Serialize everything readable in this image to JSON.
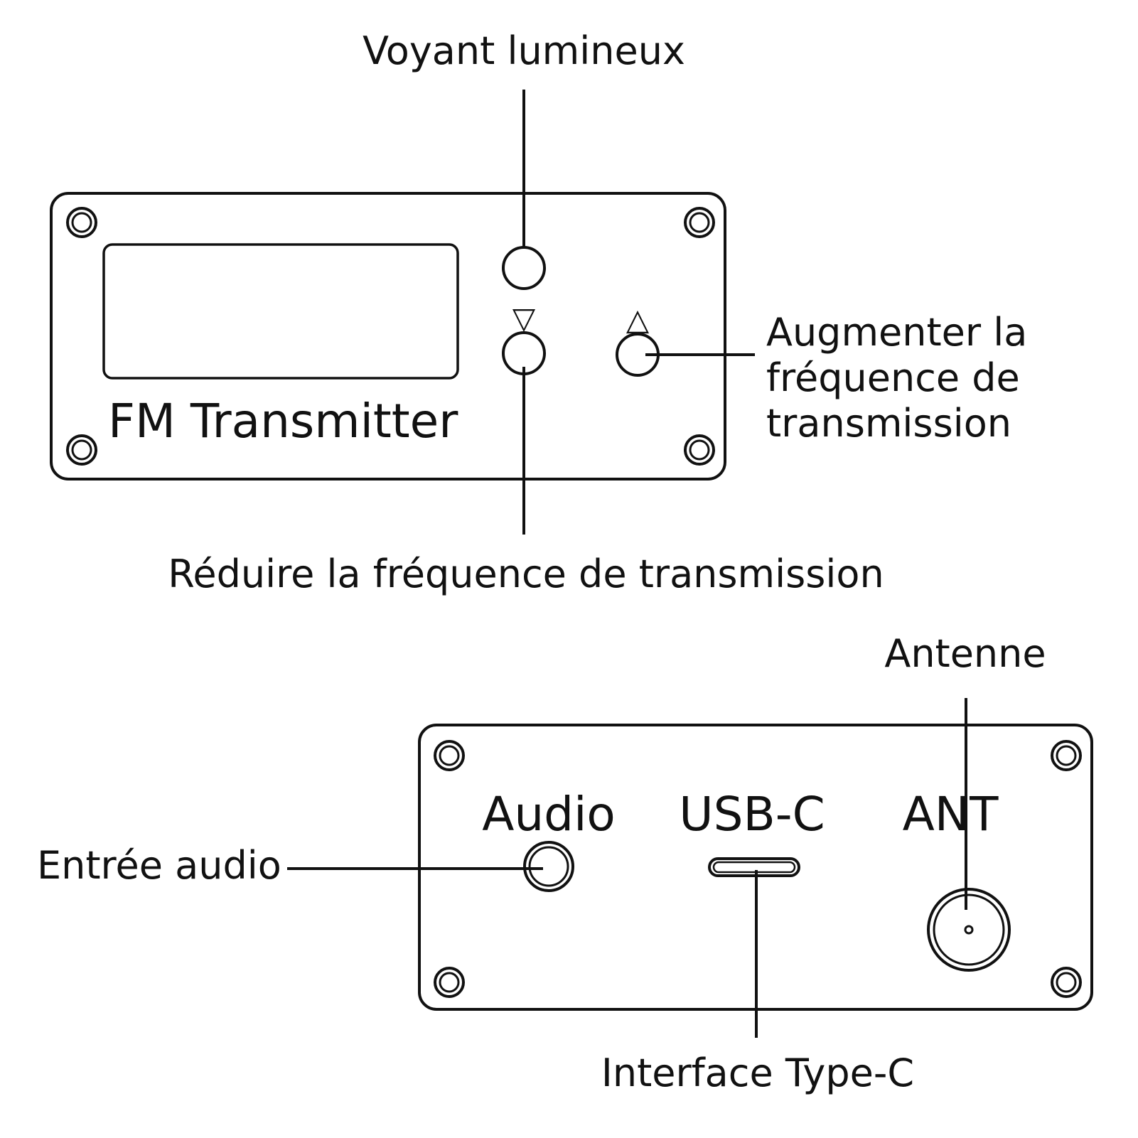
{
  "front_panel": {
    "title": "FM Transmitter",
    "up_symbol": "△",
    "down_symbol": "▽"
  },
  "rear_panel": {
    "audio_label": "Audio",
    "usb_label": "USB-C",
    "ant_label": "ANT"
  },
  "callouts": {
    "indicator_light": "Voyant lumineux",
    "increase_frequency": [
      "Augmenter la",
      "fréquence de",
      "transmission"
    ],
    "decrease_frequency": "Réduire la fréquence de transmission",
    "antenna": "Antenne",
    "audio_input": "Entrée audio",
    "type_c_interface": "Interface Type-C"
  },
  "colors": {
    "line": "#111111",
    "background": "#ffffff"
  }
}
